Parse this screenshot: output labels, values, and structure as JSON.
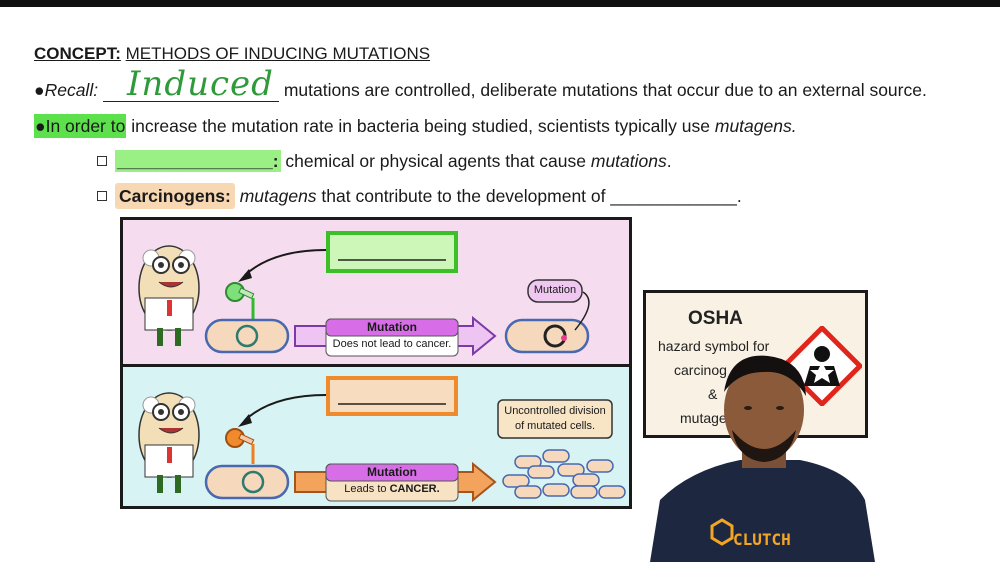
{
  "concept": {
    "label": "CONCEPT:",
    "title": "METHODS OF INDUCING MUTATIONS"
  },
  "recall": {
    "label": "Recall:",
    "handwritten": "Induced",
    "text": "mutations are controlled, deliberate mutations that occur due to an external source."
  },
  "order": {
    "highlighted": "In order to",
    "text_a": " increase the mutation rate in bacteria being studied, scientists typically use ",
    "italic": "mutagens."
  },
  "mutagens_def": {
    "blank": "________________",
    "colon": ":",
    "text": " chemical or physical agents that cause ",
    "italic": "mutations",
    "end": "."
  },
  "carcinogens_def": {
    "term": "Carcinogens:",
    "italic": "mutagens",
    "text": " that contribute to the development of ",
    "blank": "_____________",
    "end": "."
  },
  "figure": {
    "top_arrow_label": "Mutation",
    "top_arrow_sub": "Does not lead to cancer.",
    "mutation_callout": "Mutation",
    "bot_arrow_label": "Mutation",
    "bot_arrow_sub_a": "Leads to ",
    "bot_arrow_sub_b": "CANCER.",
    "uncontrolled_1": "Uncontrolled division",
    "uncontrolled_2": "of mutated cells."
  },
  "osha": {
    "title": "OSHA",
    "line1": "hazard symbol for",
    "line2": "carcinog",
    "line3": "&",
    "line4": "mutage"
  },
  "shirt_logo": "CLUTCH"
}
